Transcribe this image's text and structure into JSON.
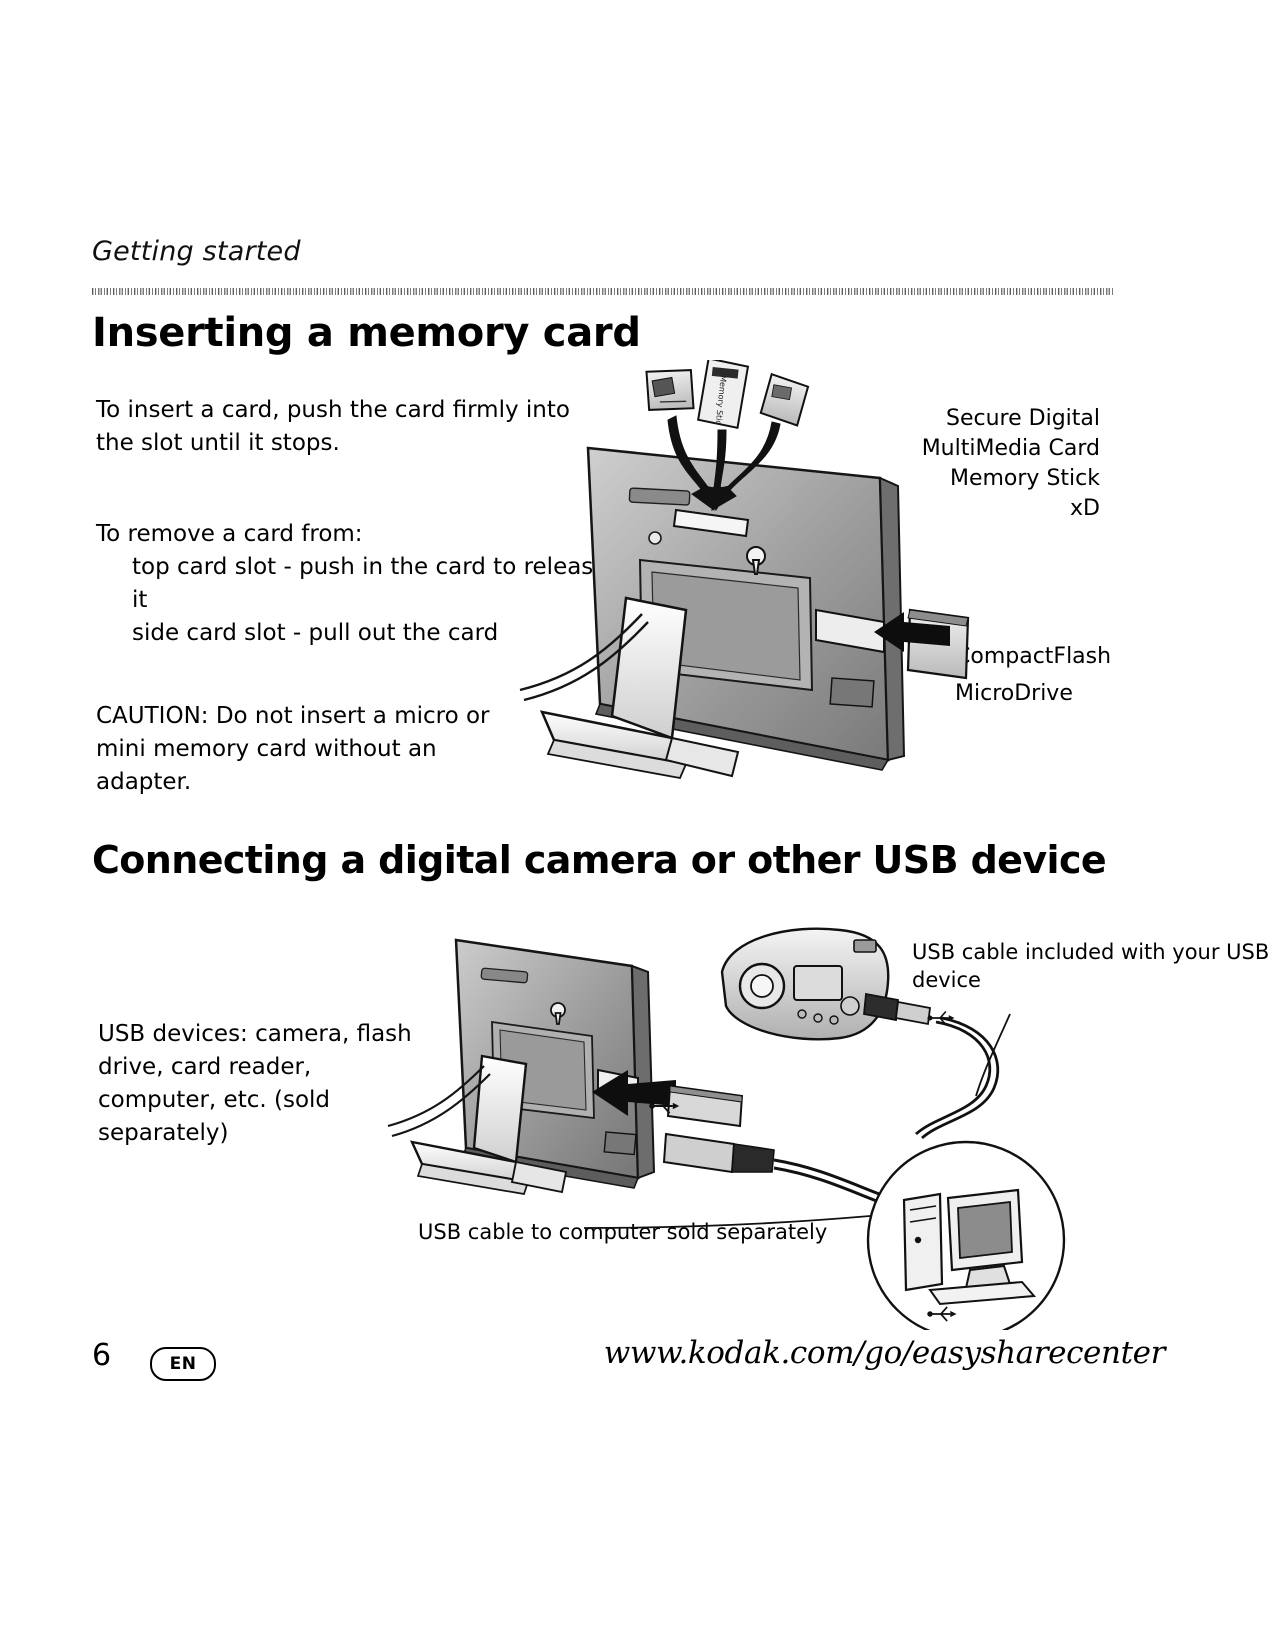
{
  "page": {
    "running_header": "Getting started",
    "number": "6",
    "language_badge": "EN",
    "url": "www.kodak.com/go/easysharecenter"
  },
  "memory_card_section": {
    "heading": "Inserting a memory card",
    "insert_instruction": "To insert a card, push the card firmly into the slot until it stops.",
    "remove_intro": "To remove a card from:",
    "remove_items": [
      "top card slot - push in the card to release it",
      "side card slot - pull out the card"
    ],
    "caution": "CAUTION: Do not insert a micro or mini memory card without an adapter.",
    "top_slot_cards": [
      "Secure Digital",
      "MultiMedia Card",
      "Memory Stick",
      "xD"
    ],
    "side_slot_cards": [
      "CompactFlash",
      "MicroDrive"
    ]
  },
  "usb_section": {
    "heading": "Connecting a digital camera or other USB device",
    "devices_text": "USB devices: camera, flash drive, card reader, computer, etc. (sold separately)",
    "cable_included_label": "USB cable included with your USB device",
    "cable_to_computer_label": "USB cable to computer sold separately"
  },
  "colors": {
    "text": "#000000",
    "background": "#ffffff",
    "illustration_fill": "#d6d6d6",
    "illustration_stroke": "#111111"
  }
}
